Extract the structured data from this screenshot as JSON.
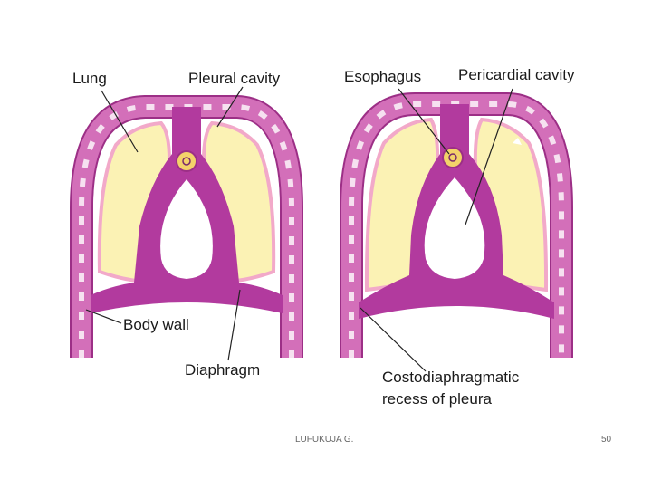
{
  "diagram": {
    "left_panel": {
      "labels": {
        "lung": "Lung",
        "pleural_cavity": "Pleural cavity",
        "body_wall": "Body wall",
        "diaphragm": "Diaphragm"
      }
    },
    "right_panel": {
      "labels": {
        "esophagus": "Esophagus",
        "pericardial_cavity": "Pericardial cavity",
        "recess_line1": "Costodiaphragmatic",
        "recess_line2": "recess of pleura"
      }
    }
  },
  "colors": {
    "body_wall": "#d36fb9",
    "body_wall_stroke": "#9c2f86",
    "mediastinum": "#b23a9e",
    "lung_fill": "#fbf2b4",
    "lung_outline": "#f2a9c9",
    "cavity": "#ffffff",
    "esophagus": "#f3d26a"
  },
  "footer": {
    "author": "LUFUKUJA G.",
    "page": "50"
  }
}
